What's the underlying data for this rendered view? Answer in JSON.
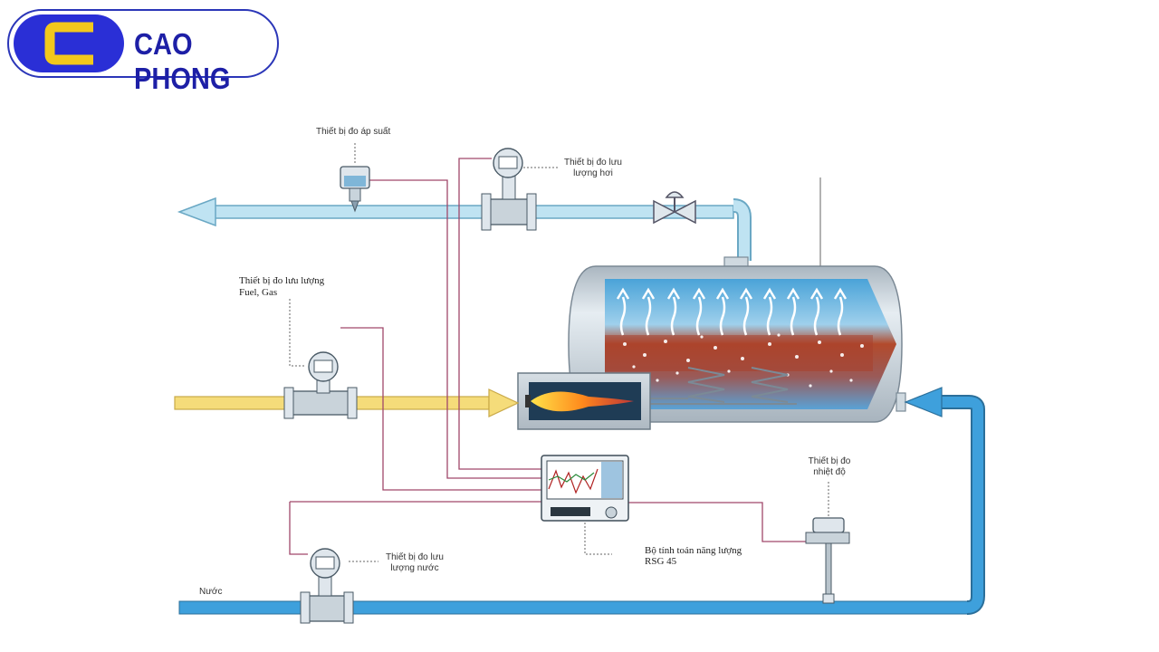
{
  "brand": {
    "name": "CAO PHONG",
    "colors": {
      "badge": "#2a2fd6",
      "mark": "#f2c81c",
      "text": "#1d1fa6"
    }
  },
  "labels": {
    "pressure": "Thiết bị đo áp suất",
    "steam_flow_1": "Thiết bị đo lưu",
    "steam_flow_2": "lượng hơi",
    "fuel_flow_1": "Thiết bị đo lưu lượng",
    "fuel_flow_2": "Fuel, Gas",
    "temp_1": "Thiết bị đo",
    "temp_2": "nhiệt độ",
    "water_flow_1": "Thiết bị đo lưu",
    "water_flow_2": "lượng nước",
    "calc_1": "Bộ tính toán năng lượng",
    "calc_2": "RSG 45",
    "water": "Nước"
  },
  "colors": {
    "steam_pipe": "#bfe3f2",
    "water_pipe": "#3ea0dc",
    "fuel_pipe": "#f5dc7a",
    "signal_wire": "#a0476a",
    "tank_shell": "#c8d4dc",
    "flame": "#ff6a1a"
  },
  "icons": {
    "arrow": "arrow-icon",
    "valve": "valve-icon",
    "flowmeter": "flowmeter-icon",
    "sensor": "sensor-icon",
    "monitor": "monitor-icon"
  }
}
